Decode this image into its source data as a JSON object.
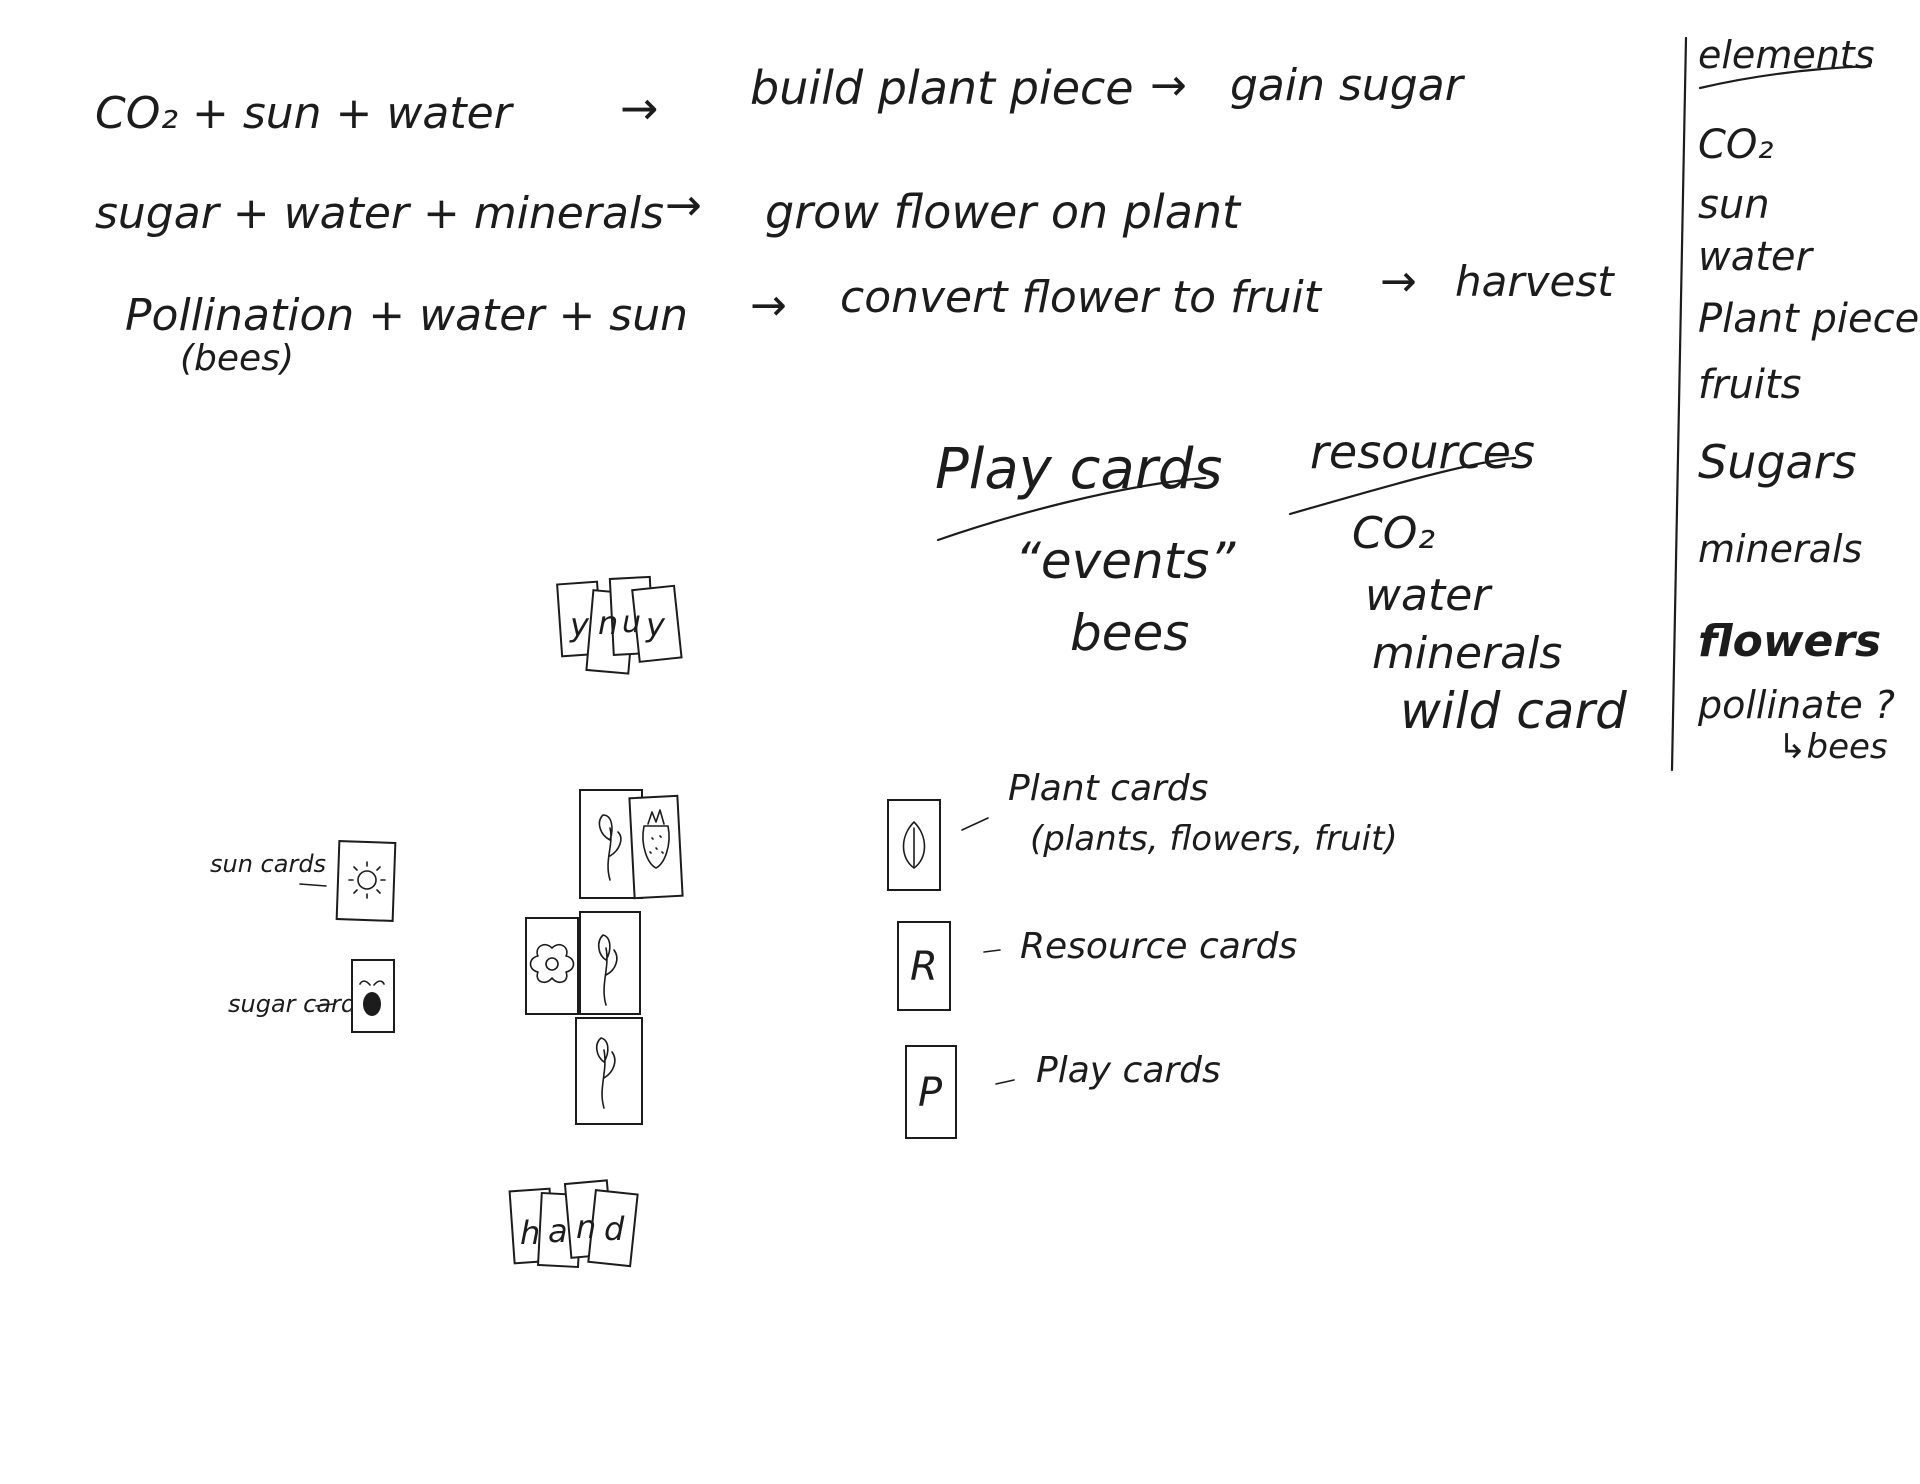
{
  "equations": [
    {
      "inputs": "CO₂ + sun + water",
      "arrow": "→",
      "result": "build plant piece",
      "arrow2": "→",
      "outcome": "gain sugar"
    },
    {
      "inputs": "sugar + water + minerals",
      "arrow": "→",
      "result": "grow flower on plant",
      "arrow2": "",
      "outcome": ""
    },
    {
      "inputs": "Pollination + water + sun",
      "note": "(bees)",
      "arrow": "→",
      "result": "convert flower to fruit",
      "arrow2": "→",
      "outcome": "harvest"
    }
  ],
  "elements_panel": {
    "title": "elements",
    "items": [
      "CO₂",
      "sun",
      "water",
      "Plant pieces",
      "fruits",
      "Sugars",
      "minerals",
      "flowers",
      "pollinate ?"
    ],
    "sub_note": "↳bees"
  },
  "play_cards": {
    "title": "Play cards",
    "items": [
      "“events”",
      "bees"
    ]
  },
  "resources": {
    "title": "resources",
    "items": [
      "CO₂",
      "water",
      "minerals",
      "wild card"
    ]
  },
  "layout_sketch": {
    "deck_letters": [
      "y",
      "n",
      "u",
      "y"
    ],
    "hand_letters": [
      "h",
      "a",
      "n",
      "d"
    ],
    "sun_label": "sun cards",
    "sugar_label": "sugar cards"
  },
  "legend": [
    {
      "card_mark": "leaf",
      "label": "Plant cards",
      "sublabel": "(plants, flowers, fruit)"
    },
    {
      "card_mark": "R",
      "label": "Resource cards",
      "sublabel": ""
    },
    {
      "card_mark": "P",
      "label": "Play cards",
      "sublabel": ""
    }
  ]
}
